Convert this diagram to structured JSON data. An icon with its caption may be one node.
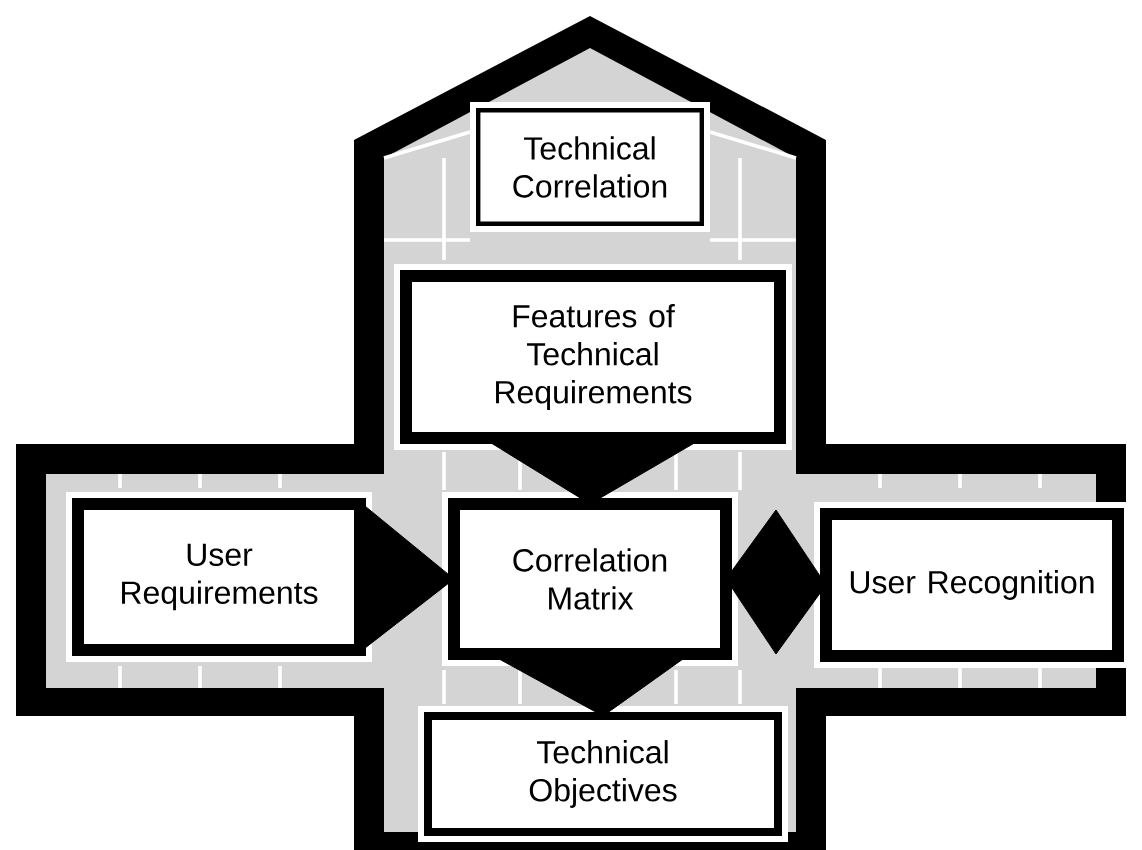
{
  "diagram": {
    "nodes": [
      {
        "text": [
          "Technical Correlation"
        ]
      },
      {
        "text": [
          "Features of Technical Requirements"
        ]
      },
      {
        "text": [
          "User Requirements"
        ]
      },
      {
        "text": [
          "Correlation Matrix"
        ]
      },
      {
        "text": [
          "User Recognition"
        ]
      },
      {
        "text": [
          "Technical Objectives"
        ]
      }
    ],
    "edges": [
      {
        "from": 1,
        "to": 3,
        "arrow": "to"
      },
      {
        "from": 2,
        "to": 3,
        "arrow": "to"
      },
      {
        "from": 3,
        "to": 4,
        "arrow": "both"
      },
      {
        "from": 3,
        "to": 5,
        "arrow": "to"
      }
    ]
  }
}
